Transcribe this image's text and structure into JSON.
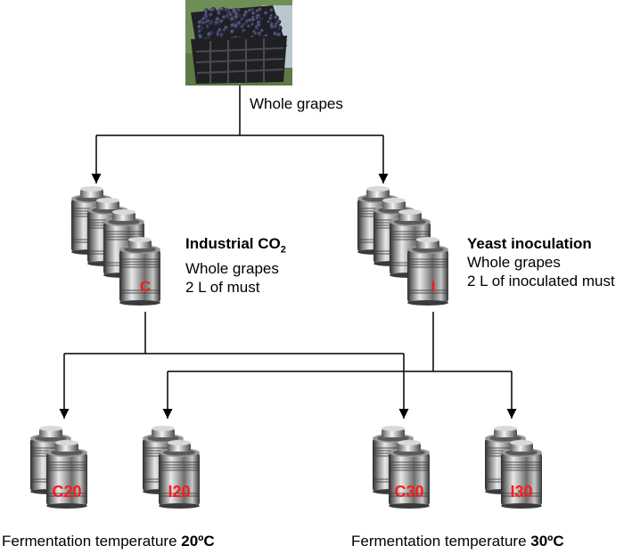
{
  "source": {
    "label": "Whole grapes"
  },
  "treatments": [
    {
      "code": "C",
      "title": "Industrial CO",
      "title_sub": "2",
      "line2": "Whole grapes",
      "line3": "2 L of must"
    },
    {
      "code": "I",
      "title": "Yeast inoculation",
      "line2": "Whole grapes",
      "line3": "2 L of inoculated must"
    }
  ],
  "fermentation": [
    {
      "code": "C20"
    },
    {
      "code": "I20"
    },
    {
      "code": "C30"
    },
    {
      "code": "I30"
    }
  ],
  "temperatures": [
    {
      "prefix": "Fermentation temperature ",
      "value": "20ºC"
    },
    {
      "prefix": "Fermentation temperature ",
      "value": "30ºC"
    }
  ],
  "icons": [
    "grape-crate-photo",
    "stainless-fermentation-tank"
  ],
  "colors": {
    "tank_code": "#ff1a1a",
    "connector": "#000000"
  }
}
